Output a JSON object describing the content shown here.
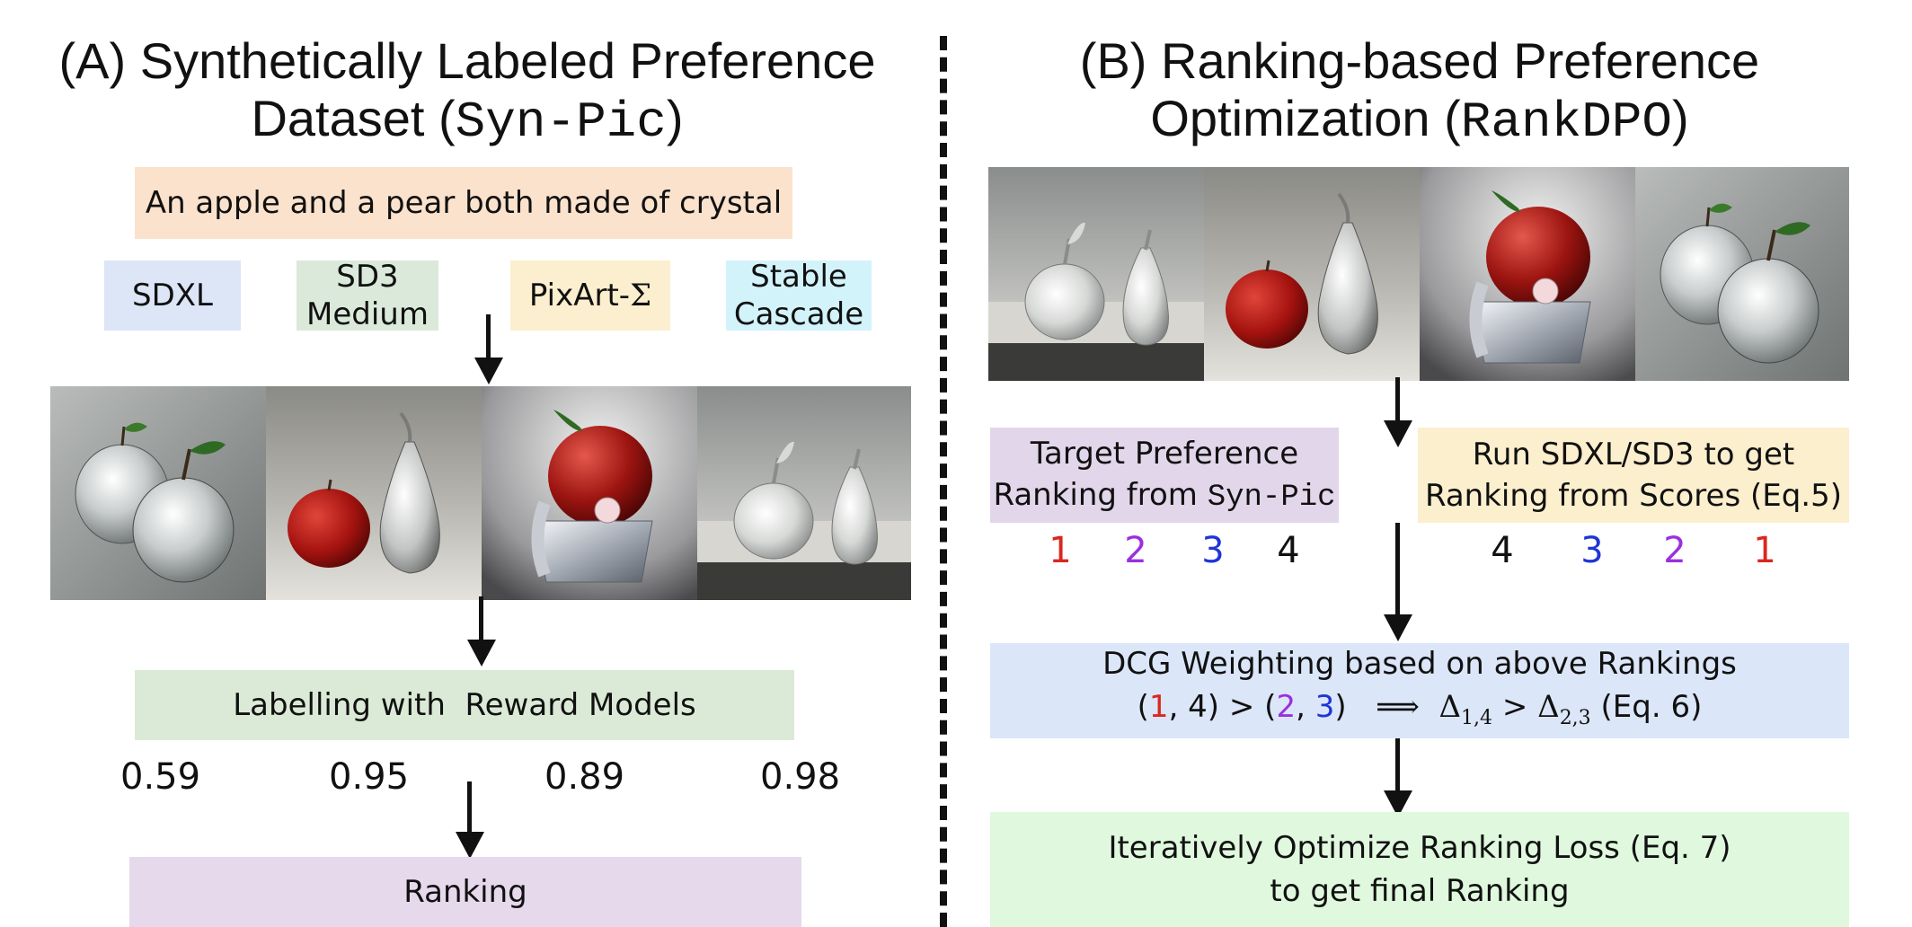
{
  "panel_a": {
    "title_line1": "(A) Synthetically Labeled Preference",
    "title_line2_prefix": "Dataset (",
    "title_line2_code": "Syn-Pic",
    "title_line2_suffix": ")",
    "prompt": "An apple and a pear both made of crystal",
    "models": [
      {
        "label": "SDXL",
        "color": "#dce6f7"
      },
      {
        "label_line1": "SD3",
        "label_line2": "Medium",
        "color": "#dbe9da"
      },
      {
        "label_prefix": "PixArt-",
        "label_symbol": "Σ",
        "color": "#fcefcf"
      },
      {
        "label_line1": "Stable",
        "label_line2": "Cascade",
        "color": "#d3f3fb"
      }
    ],
    "images": [
      "two-crystal-apples",
      "red-apple-crystal-pear",
      "red-apple-on-crystal",
      "crystal-apple-and-pear"
    ],
    "labelling": "Labelling with  Reward Models",
    "labelling_color": "#dbead7",
    "scores": [
      "0.59",
      "0.95",
      "0.89",
      "0.98"
    ],
    "ranking": "Ranking",
    "ranking_color": "#e6d9ec"
  },
  "panel_b": {
    "title_line1": "(B) Ranking-based Preference",
    "title_line2_prefix": "Optimization (",
    "title_line2_code": "RankDPO",
    "title_line2_suffix": ")",
    "images": [
      "crystal-apple-and-pear",
      "red-apple-crystal-pear",
      "red-apple-on-crystal",
      "two-crystal-apples"
    ],
    "target_line1": "Target Preference",
    "target_line2_prefix": "Ranking from ",
    "target_line2_code": "Syn-Pic",
    "target_color": "#e2d6ea",
    "target_ranks": [
      "1",
      "2",
      "3",
      "4"
    ],
    "run_line1": "Run SDXL/SD3 to get",
    "run_line2": "Ranking from Scores (Eq.5)",
    "run_color": "#fcefcd",
    "run_ranks": [
      "4",
      "3",
      "2",
      "1"
    ],
    "rank_colors": {
      "1": "#d9281f",
      "2": "#9b2fe0",
      "3": "#1f35d6",
      "4": "#111111"
    },
    "dcg_line1": "DCG Weighting based on above Rankings",
    "dcg_open1": "(",
    "dcg_r1": "1",
    "dcg_mid1": ", 4) > (",
    "dcg_r2": "2",
    "dcg_comma": ", ",
    "dcg_r3": "3",
    "dcg_close": ")",
    "dcg_implies": "⟹",
    "dcg_delta1": "Δ",
    "dcg_sub1": "1,4",
    "dcg_gt": ">",
    "dcg_delta2": "Δ",
    "dcg_sub2": "2,3",
    "dcg_eq": "(Eq. 6)",
    "dcg_color": "#dbe6f8",
    "opt_line1": "Iteratively Optimize Ranking Loss (Eq. 7)",
    "opt_line2": "to get final Ranking",
    "opt_color": "#dff8de"
  }
}
